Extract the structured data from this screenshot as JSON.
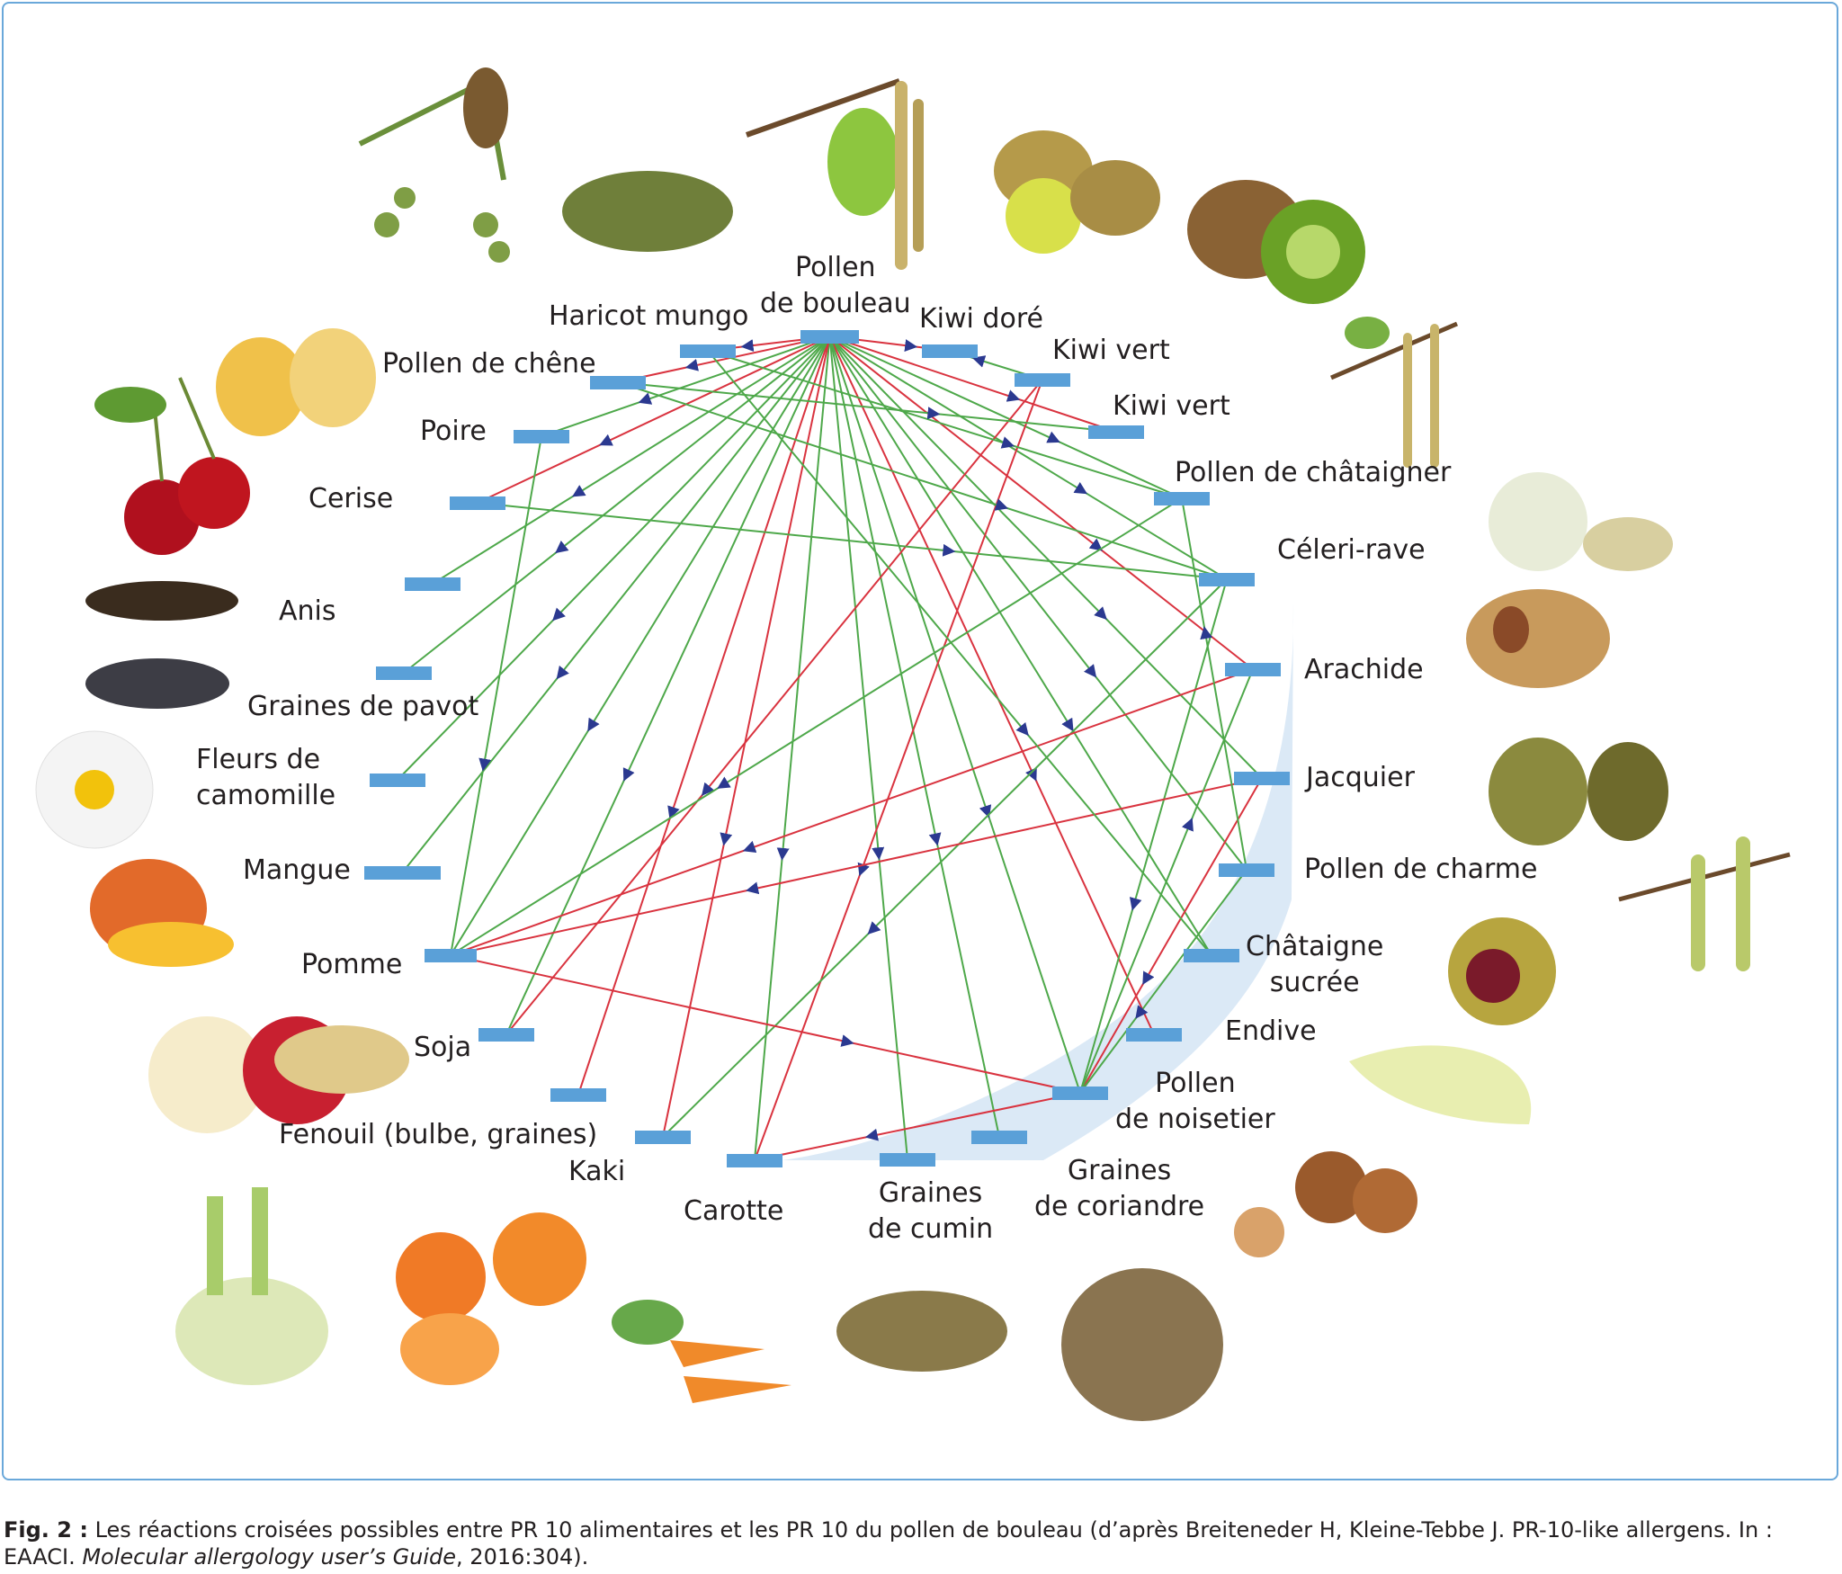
{
  "colors": {
    "node": "#5aa0d8",
    "cross_reaction": "#4ea84a",
    "strong_reaction": "#d9333f",
    "arrow": "#2b3990",
    "band": "#dbe9f6",
    "frame": "#6aa8da"
  },
  "nodes": {
    "pollen_bouleau": "Pollen\nde bouleau",
    "kiwi_dore": "Kiwi doré",
    "kiwi_vert_1": "Kiwi vert",
    "kiwi_vert_2": "Kiwi vert",
    "pollen_chataigner": "Pollen de châtaigner",
    "celeri_rave": "Céleri-rave",
    "arachide": "Arachide",
    "jacquier": "Jacquier",
    "pollen_charme": "Pollen de charme",
    "chataigne_sucree": "Châtaigne\nsucrée",
    "endive": "Endive",
    "pollen_noisetier": "Pollen\nde noisetier",
    "graines_coriandre": "Graines\nde coriandre",
    "graines_cumin": "Graines\nde cumin",
    "carotte": "Carotte",
    "kaki": "Kaki",
    "fenouil": "Fenouil (bulbe, graines)",
    "soja": "Soja",
    "pomme": "Pomme",
    "mangue": "Mangue",
    "camomille": "Fleurs de\ncamomille",
    "graines_pavot": "Graines de pavot",
    "anis": "Anis",
    "cerise": "Cerise",
    "poire": "Poire",
    "pollen_chene": "Pollen de chêne",
    "haricot_mungo": "Haricot mungo"
  },
  "illustrations": [
    "oak-catkin",
    "mung-beans",
    "birch-catkin",
    "golden-kiwi",
    "green-kiwi",
    "chestnut-tree-catkin",
    "celeriac",
    "peanuts",
    "jackfruit",
    "hornbeam-catkin",
    "sweet-chestnut",
    "endive",
    "hazelnuts",
    "coriander-seeds",
    "cumin-seeds",
    "carrots",
    "persimmon",
    "fennel",
    "apple",
    "soybeans",
    "mango",
    "chamomile",
    "poppy-seeds",
    "anise-seeds",
    "cherries",
    "pear"
  ],
  "caption": {
    "label": "Fig. 2 :",
    "text": " Les réactions croisées possibles entre PR 10 alimentaires et les PR 10 du pollen de bouleau (d’après Breiteneder H, Kleine-Tebbe J. PR-10-like allergens. In : EAACI. ",
    "source_italic": "Molecular allergology user’s Guide",
    "source_end": ", 2016:304)."
  }
}
